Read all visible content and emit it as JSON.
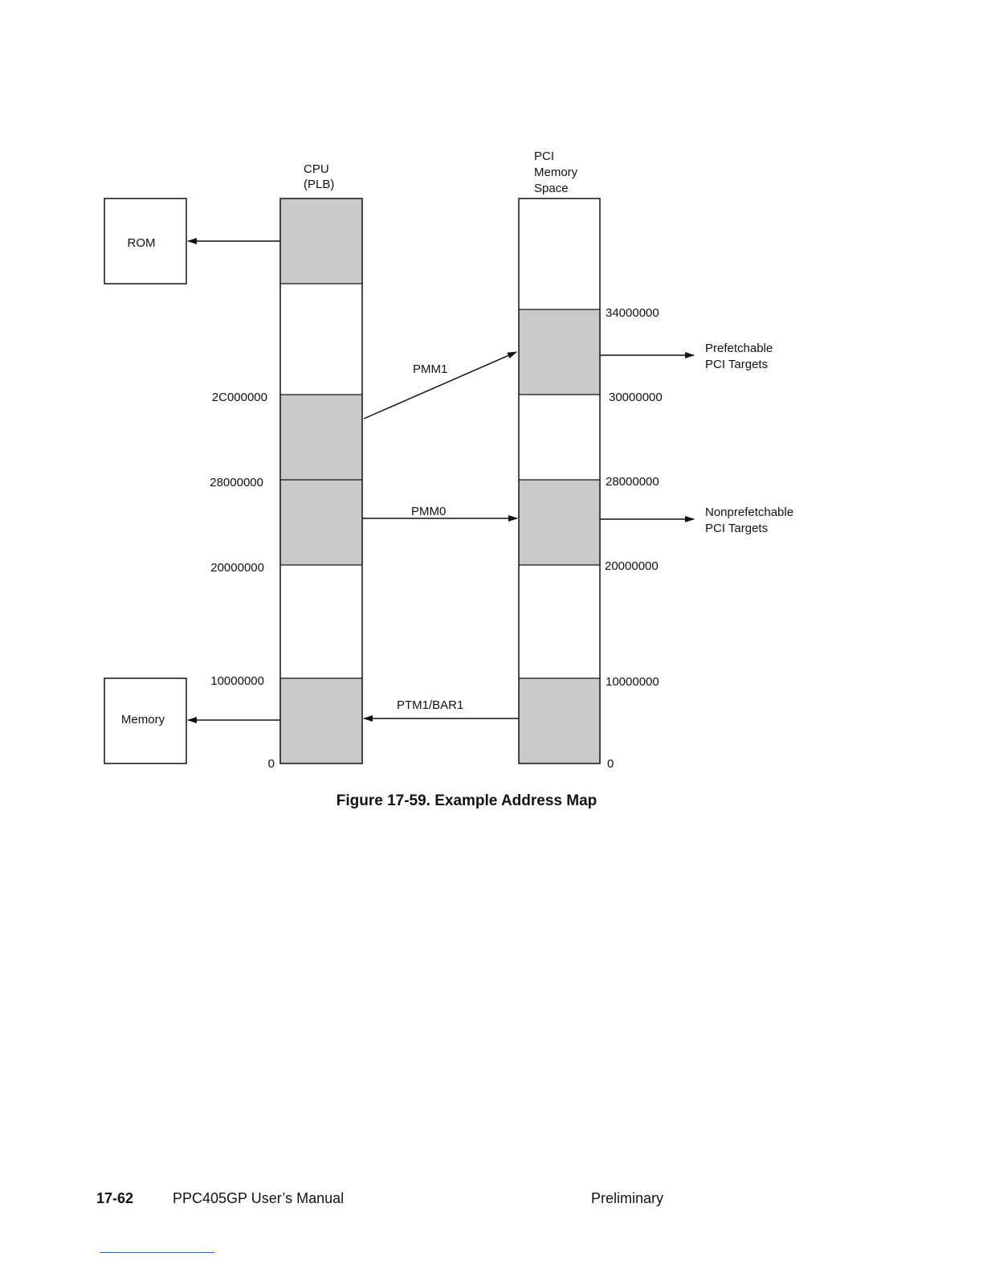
{
  "diagram": {
    "cpu_header": [
      "CPU",
      "(PLB)"
    ],
    "pci_header": [
      "PCI",
      "Memory",
      "Space"
    ],
    "rom_label": "ROM",
    "memory_label": "Memory",
    "cpu_addresses": {
      "a2C000000": "2C000000",
      "a28000000": "28000000",
      "a20000000": "20000000",
      "a10000000": "10000000",
      "a0": "0"
    },
    "pci_addresses": {
      "a34000000": "34000000",
      "a30000000": "30000000",
      "a28000000": "28000000",
      "a20000000": "20000000",
      "a10000000": "10000000",
      "a0": "0"
    },
    "mappings": {
      "pmm1": "PMM1",
      "pmm0": "PMM0",
      "ptm1": "PTM1/BAR1"
    },
    "targets": {
      "prefetchable": [
        "Prefetchable",
        "PCI Targets"
      ],
      "nonprefetchable": [
        "Nonprefetchable",
        "PCI Targets"
      ]
    },
    "colors": {
      "shaded": "#c9c9c9",
      "line": "#111111"
    }
  },
  "caption": "Figure 17-59. Example Address Map",
  "footer": {
    "page_number": "17-62",
    "title": "PPC405GP User’s Manual",
    "status": "Preliminary"
  }
}
